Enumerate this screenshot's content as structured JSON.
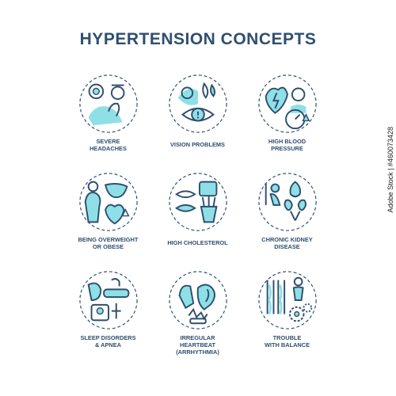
{
  "title": "HYPERTENSION CONCEPTS",
  "colors": {
    "dark": "#2f4f6f",
    "accent": "#8fe0e6",
    "light": "#c9f2f4"
  },
  "items": [
    {
      "lines": [
        "SEVERE",
        "HEADACHES"
      ],
      "icon": "headache-icon"
    },
    {
      "lines": [
        "VISION PROBLEMS"
      ],
      "icon": "vision-icon"
    },
    {
      "lines": [
        "HIGH BLOOD",
        "PRESSURE"
      ],
      "icon": "blood-pressure-icon"
    },
    {
      "lines": [
        "BEING OVERWEIGHT",
        "OR OBESE"
      ],
      "icon": "overweight-icon"
    },
    {
      "lines": [
        "HIGH CHOLESTEROL"
      ],
      "icon": "cholesterol-icon"
    },
    {
      "lines": [
        "CHRONIC KIDNEY",
        "DISEASE"
      ],
      "icon": "kidney-icon"
    },
    {
      "lines": [
        "SLEEP DISORDERS",
        "& APNEA"
      ],
      "icon": "sleep-apnea-icon"
    },
    {
      "lines": [
        "IRREGULAR",
        "HEARTBEAT",
        "(ARRHYTHMIA)"
      ],
      "icon": "arrhythmia-icon"
    },
    {
      "lines": [
        "TROUBLE",
        "WITH BALANCE"
      ],
      "icon": "balance-icon"
    }
  ],
  "watermark": "Adobe Stock | #460073428"
}
